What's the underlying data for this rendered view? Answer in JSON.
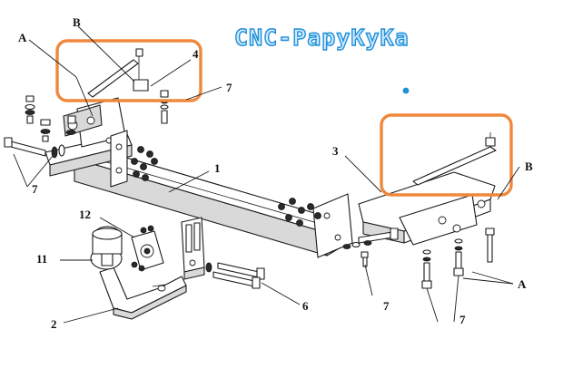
{
  "watermark": "CNC-PapyKyKa",
  "labels": {
    "a_top": "A",
    "b_top": "B",
    "four": "4",
    "seven_top": "7",
    "seven_left": "7",
    "one": "1",
    "three": "3",
    "b_right": "B",
    "twelve": "12",
    "eleven": "11",
    "two": "2",
    "six": "6",
    "seven_mid": "7",
    "a_right": "A",
    "seven_bottom": "7"
  },
  "colors": {
    "highlight": "#f0883c",
    "watermark_stroke": "#1e8fd8",
    "dot": "#1e8fd8",
    "line": "#1a1a1a"
  }
}
